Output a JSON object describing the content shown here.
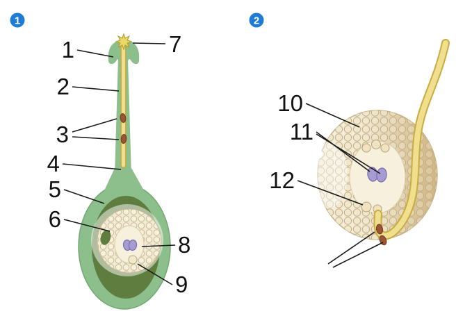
{
  "figure": {
    "badges": {
      "p1": "1",
      "p2": "2"
    },
    "labels": {
      "n1": "1",
      "n2": "2",
      "n3": "3",
      "n4": "4",
      "n5": "5",
      "n6": "6",
      "n7": "7",
      "n8": "8",
      "n9": "9",
      "n10": "10",
      "n11": "11",
      "n12": "12"
    },
    "colors": {
      "badge_blue": "#1f7cd6",
      "pistil_green": "#8cbf8c",
      "pistil_green_edge": "#72a872",
      "ovary_interior": "#5e7d3e",
      "ovule_cream": "#f2ead3",
      "ovule_inner": "#f6f0dd",
      "cell_edge": "#c8ba94",
      "tube_fill": "#efdf8e",
      "tube_outline": "#c9ac3f",
      "pollen_grain": "#e8d96b",
      "pollen_grain_edge": "#b8a030",
      "sperm_brown": "#9c5532",
      "sperm_brown_edge": "#6e3a1e",
      "nuclei_purple": "#a79cd2",
      "nuclei_purple_edge": "#7a6fb0",
      "ovule2_tan": "#d8c398",
      "ovule2_edge": "#c4b084"
    }
  }
}
